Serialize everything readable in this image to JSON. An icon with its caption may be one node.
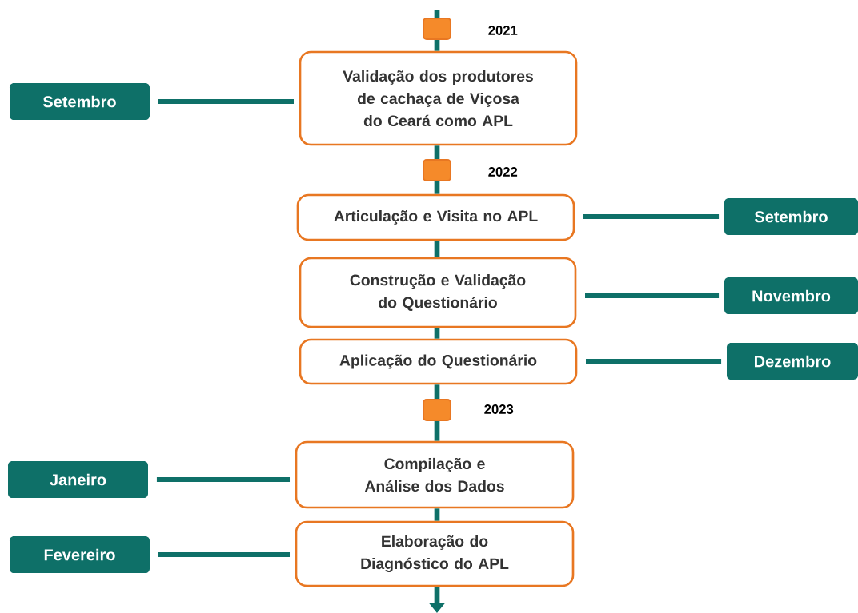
{
  "diagram": {
    "nodes": [
      {
        "text": [],
        "shape": "box"
      },
      {
        "text": [
          "Validação dos produtores de cachaça de Viçosa do Ceará como APL"
        ]
      },
      {
        "text": [
          "Setembro"
        ]
      },
      {
        "text": [],
        "shape": "box"
      },
      {
        "text": [
          "Articulação e Visita no APL"
        ]
      },
      {
        "text": [
          "Setembro"
        ]
      },
      {
        "text": [
          "Construção e Validação do Questionário"
        ]
      },
      {
        "text": [
          "Novembro"
        ]
      },
      {
        "text": [
          "Aplicação do Questionário"
        ]
      },
      {
        "text": [
          "Dezembro"
        ]
      },
      {
        "text": [],
        "shape": "box"
      },
      {
        "text": [
          "Compilação e Análise dos Dados"
        ]
      },
      {
        "text": [
          "Janeiro"
        ]
      },
      {
        "text": [
          "Elaboração do Diagnóstico do APL"
        ]
      },
      {
        "text": [
          "Fevereiro"
        ]
      }
    ],
    "edges": [
      {
        "from": null,
        "to": 0,
        "arrow": "none"
      },
      {
        "from": 0,
        "to": 1,
        "arrow": "none"
      },
      {
        "from": 2,
        "to": 1,
        "arrow": "none"
      },
      {
        "from": 1,
        "to": 3,
        "arrow": "none"
      },
      {
        "from": 3,
        "to": 4,
        "arrow": "none"
      },
      {
        "from": 4,
        "to": 5,
        "arrow": "none"
      },
      {
        "from": 4,
        "to": 6,
        "arrow": "none"
      },
      {
        "from": 6,
        "to": 7,
        "arrow": "none"
      },
      {
        "from": 6,
        "to": 8,
        "arrow": "none"
      },
      {
        "from": 8,
        "to": 9,
        "arrow": "none"
      },
      {
        "from": 8,
        "to": 10,
        "arrow": "none"
      },
      {
        "from": 10,
        "to": 11,
        "arrow": "none"
      },
      {
        "from": 12,
        "to": 11,
        "arrow": "none"
      },
      {
        "from": 11,
        "to": 13,
        "arrow": "none"
      },
      {
        "from": 14,
        "to": 13,
        "arrow": "none"
      },
      {
        "from": 13,
        "to": null,
        "arrow": "to"
      }
    ],
    "labels": [
      "2021",
      "2022",
      "2023"
    ]
  }
}
